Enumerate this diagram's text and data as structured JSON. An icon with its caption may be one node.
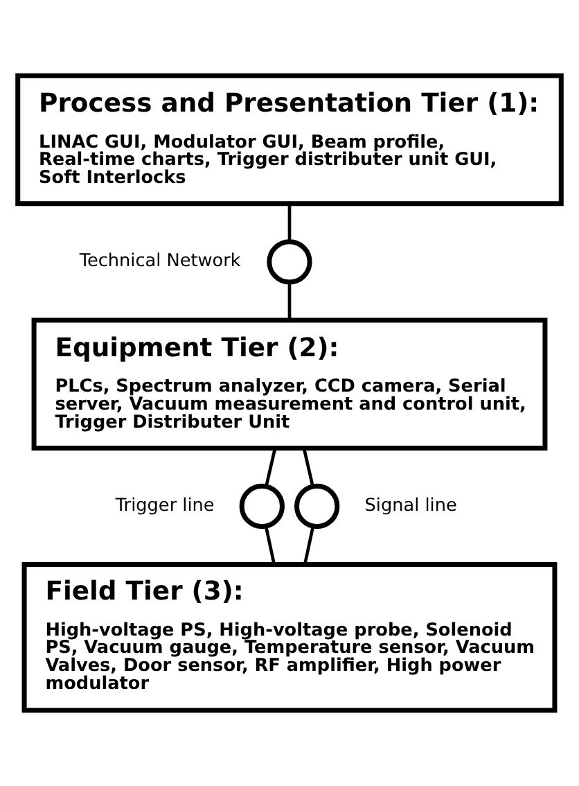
{
  "diagram": {
    "nodes": [
      {
        "text": [
          "Process and Presentation Tier (1):",
          "LINAC GUI, Modulator GUI, Beam profile, Real-time charts, Trigger distributer unit GUI, Soft Interlocks"
        ]
      },
      {
        "text": [],
        "shape": "circle",
        "beside": [
          "Technical Network"
        ]
      },
      {
        "text": [
          "Equipment Tier (2):",
          "PLCs, Spectrum analyzer, CCD camera, Serial server, Vacuum measurement and control unit, Trigger Distributer Unit"
        ]
      },
      {
        "text": [],
        "shape": "circle",
        "beside": [
          "Trigger line"
        ]
      },
      {
        "text": [],
        "shape": "circle",
        "beside": [
          "Signal line"
        ]
      },
      {
        "text": [
          "Field Tier (3):",
          "High-voltage PS, High-voltage probe, Solenoid PS, Vacuum gauge, Temperature sensor, Vacuum Valves, Door sensor, RF amplifier, High power modulator"
        ]
      }
    ],
    "edges": [
      {
        "from": 0,
        "to": 1,
        "arrow": "none"
      },
      {
        "from": 1,
        "to": 2,
        "arrow": "none"
      },
      {
        "from": 2,
        "to": 3,
        "arrow": "none"
      },
      {
        "from": 3,
        "to": 5,
        "arrow": "none"
      },
      {
        "from": 2,
        "to": 4,
        "arrow": "none"
      },
      {
        "from": 4,
        "to": 5,
        "arrow": "none"
      }
    ]
  }
}
